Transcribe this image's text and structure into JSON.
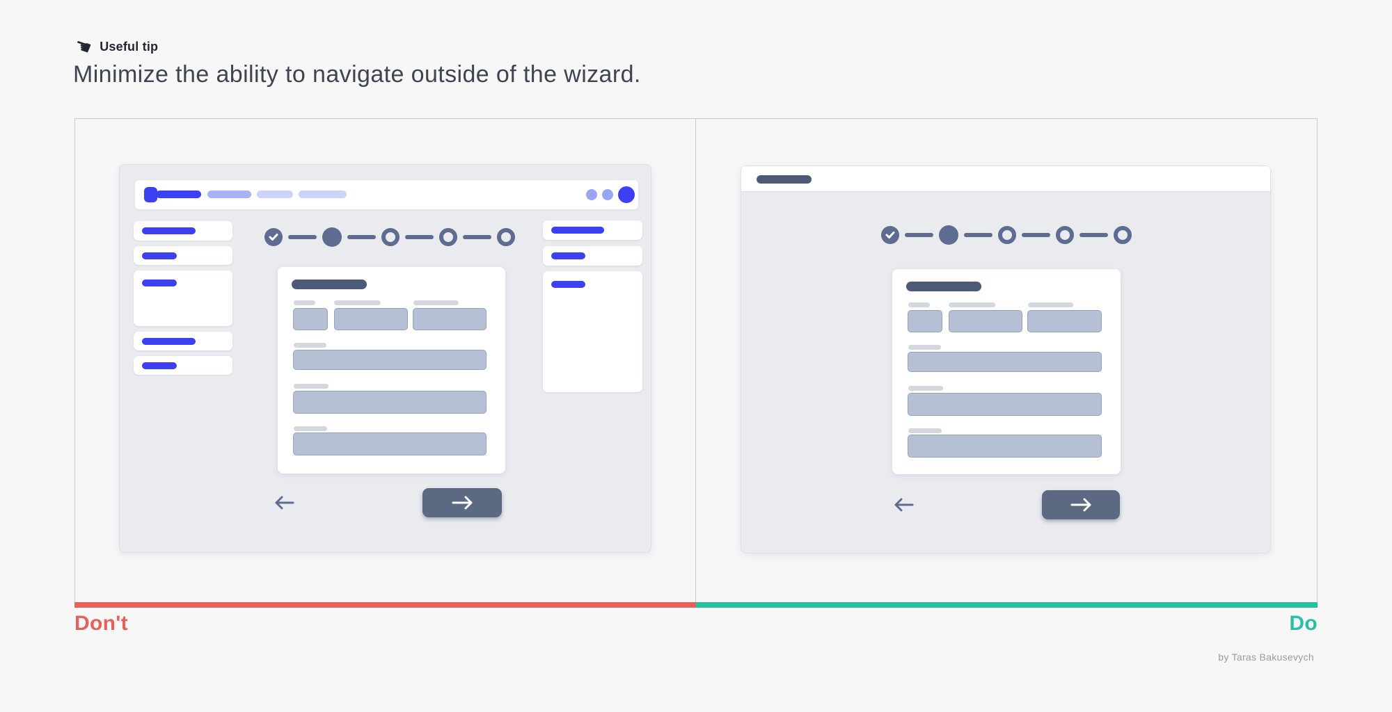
{
  "header": {
    "tip_icon": "pointing-hand-icon",
    "tip_label": "Useful tip",
    "title": "Minimize the ability to navigate outside of the wizard."
  },
  "comparison": {
    "dont": {
      "label": "Don't",
      "accent_color": "#e4615e",
      "mockup_description": "wizard page surrounded by app navigation: top bar with logo, nav links and avatar, plus left and right sidebar link cards",
      "stepper_steps": [
        "complete",
        "current",
        "upcoming",
        "upcoming",
        "upcoming"
      ]
    },
    "do": {
      "label": "Do",
      "accent_color": "#2abfa3",
      "mockup_description": "wizard in a focused window with only a title bar and no outside navigation",
      "stepper_steps": [
        "complete",
        "current",
        "upcoming",
        "upcoming",
        "upcoming"
      ]
    }
  },
  "attribution": "by Taras Bakusevych",
  "colors": {
    "page_background": "#f7f7f8",
    "primary_blue": "#3d3ff2",
    "blue_mid": "#a9b3f4",
    "blue_light": "#ccd3f8",
    "stepper_slate": "#5d6c90",
    "dark_slate": "#4d5a77",
    "button_slate": "#5b6983",
    "input_fill": "#b6c0d4",
    "input_border": "#96a2bc",
    "label_gray": "#d4d7de",
    "mockup_background": "#e9ebef",
    "panel_border": "#c9cacd",
    "dont_red": "#e4615e",
    "do_green": "#2abfa3"
  }
}
